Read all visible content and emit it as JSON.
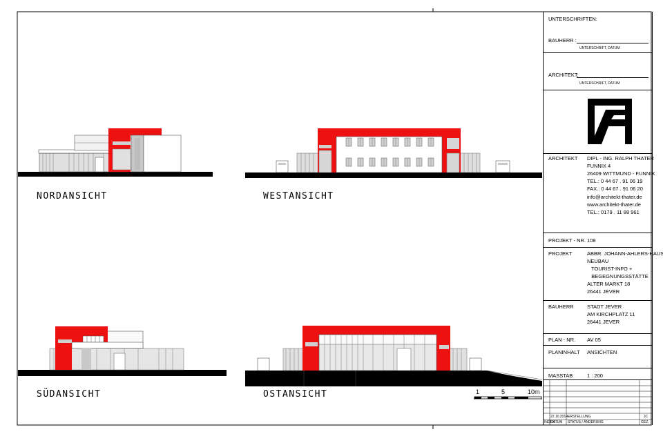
{
  "views": {
    "north": "NORDANSICHT",
    "west": "WESTANSICHT",
    "south": "SÜDANSICHT",
    "east": "OSTANSICHT"
  },
  "scale_bar": {
    "t0": "1",
    "t1": "5",
    "t2": "10m"
  },
  "title_block": {
    "signatures_title": "UNTERSCHRIFTEN:",
    "bauherr_label": "BAUHERR :",
    "sig_caption_1": "UNTERSCHRIFT, DATUM",
    "architekt_label": "ARCHITEKT:",
    "sig_caption_2": "UNTERSCHRIFT, DATUM",
    "architect_heading": "ARCHITEKT",
    "architect_lines": [
      "DIPL - ING. RALPH THATER",
      "FUNNIX 4",
      "26409 WITTMUND - FUNNIX",
      "TEL.: 0 44 67 . 91 06 19",
      "FAX.: 0 44 67 . 91 06 20",
      "info@architekt-thater.de",
      "www.architekt-thater.de",
      "TEL.: 0179 . 11 88 961"
    ],
    "projekt_nr_label": "PROJEKT - NR.",
    "projekt_nr_value": "108",
    "projekt_label": "PROJEKT",
    "projekt_lines": [
      "ABBR. JOHANN-AHLERS-HAUS",
      "NEUBAU",
      "   TOURIST-INFO +",
      "   BEGEGNUNGSSTÄTTE",
      "ALTER MARKT 18",
      "26441 JEVER"
    ],
    "bauherr_heading": "BAUHERR",
    "bauherr_lines": [
      "STADT JEVER",
      "AM KIRCHPLATZ 11",
      "26441 JEVER"
    ],
    "plan_nr_label": "PLAN - NR.",
    "plan_nr_value": "AV 05",
    "planinhalt_label": "PLANINHALT",
    "planinhalt_value": "ANSICHTEN",
    "masstab_label": "MASSTAB",
    "masstab_value": "1 : 200",
    "rev_date": "22.10.2014",
    "rev_status": "ERSTELLUNG",
    "rev_by": "JC",
    "col_index": "INDEX",
    "col_datum": "DATUM",
    "col_status": "STATUS / ÄNDERUNG",
    "col_gez": "GEZ."
  },
  "colors": {
    "accent": "#ee1111",
    "glass": "#d9d9d9",
    "ground": "#000000"
  }
}
